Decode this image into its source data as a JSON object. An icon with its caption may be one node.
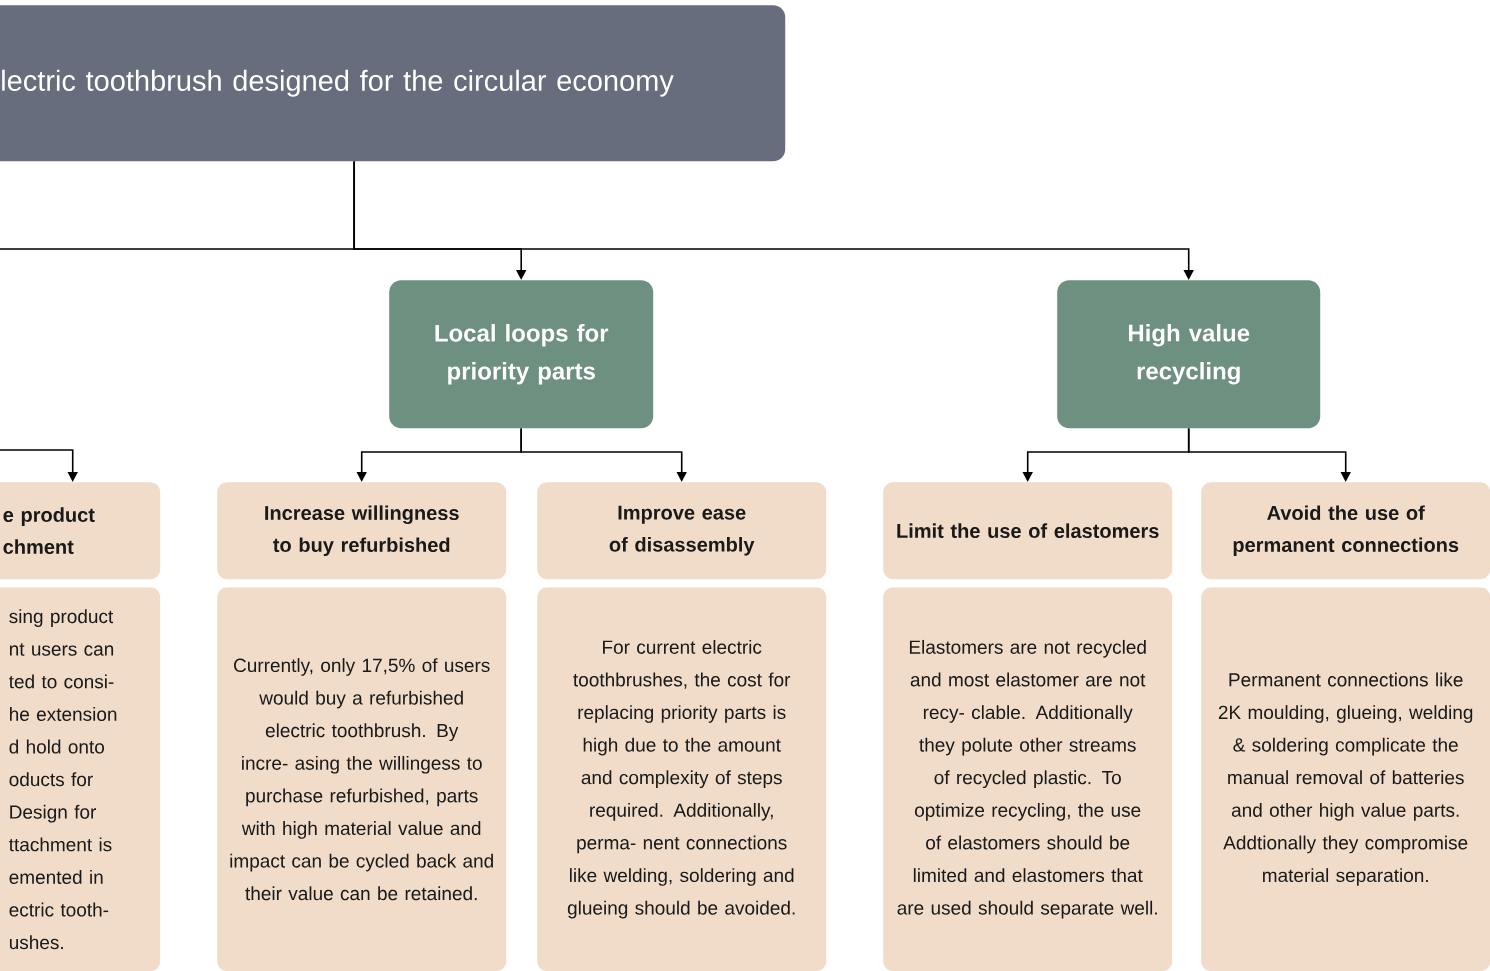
{
  "diagram": {
    "nodes": [
      {
        "text": [
          "lectric toothbrush designed for the circular economy"
        ]
      },
      {
        "text": [
          "Local loops for priority parts"
        ]
      },
      {
        "text": [
          "High value recycling"
        ]
      },
      {
        "text": [
          "e product chment"
        ]
      },
      {
        "text": [
          "sing product nt users can ted to consi- he extension d hold onto oducts for Design for ttachment is emented in ectric tooth- ushes."
        ]
      },
      {
        "text": [
          "Increase willingness to buy refurbished"
        ]
      },
      {
        "text": [
          "Currently, only 17,5% of users would buy a refurbished electric toothbrush. By incre- asing the willingess to purchase refurbished, parts with high material value and impact can be cycled back and their value can be retained."
        ]
      },
      {
        "text": [
          "Improve ease of disassembly"
        ]
      },
      {
        "text": [
          "For current electric toothbrushes, the cost for replacing priority parts is high due to the amount and complexity of steps required. Additionally, perma- nent connections like welding, soldering and glueing should be avoided."
        ]
      },
      {
        "text": [
          "Limit the use of elastomers"
        ]
      },
      {
        "text": [
          "Elastomers are not recycled and most elastomer are not recy- clable. Additionally they polute other streams of recycled plastic. To optimize recycling, the use of elastomers should be limited and elastomers that are used should separate well."
        ]
      },
      {
        "text": [
          "Avoid the use of permanent connections"
        ]
      },
      {
        "text": [
          "Permanent connections like 2K moulding, glueing, welding & soldering complicate the manual removal of batteries and other high value parts. Addtionally they compromise material separation."
        ]
      }
    ],
    "edges": [
      {
        "from": 0,
        "to": null,
        "arrow": "none"
      },
      {
        "from": 0,
        "to": 1,
        "arrow": "to"
      },
      {
        "from": 0,
        "to": 2,
        "arrow": "to"
      },
      {
        "from": null,
        "to": 3,
        "arrow": "to"
      },
      {
        "from": 1,
        "to": 5,
        "arrow": "to"
      },
      {
        "from": 1,
        "to": 7,
        "arrow": "to"
      },
      {
        "from": 2,
        "to": 9,
        "arrow": "to"
      },
      {
        "from": 2,
        "to": 11,
        "arrow": "to"
      }
    ]
  }
}
